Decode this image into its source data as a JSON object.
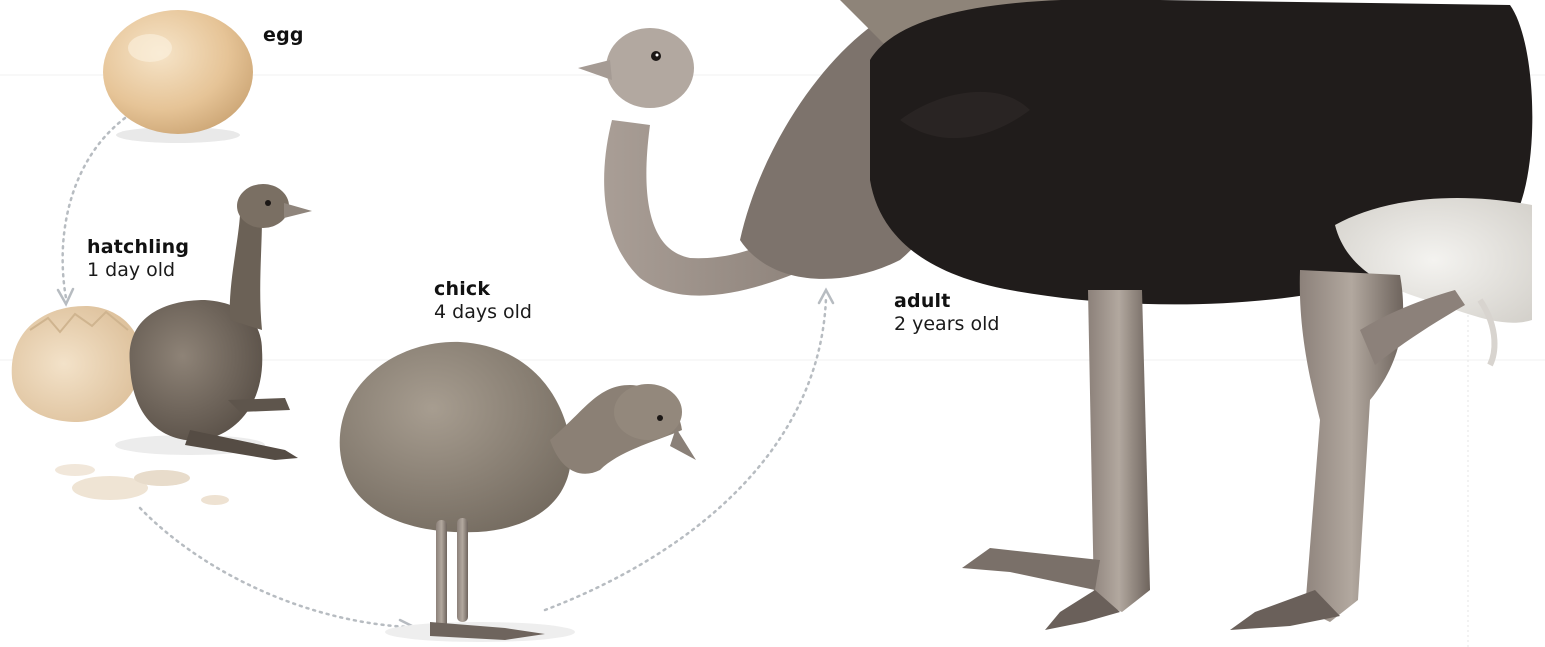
{
  "stages": {
    "egg": {
      "name": "egg",
      "age": ""
    },
    "hatchling": {
      "name": "hatchling",
      "age": "1 day old"
    },
    "chick": {
      "name": "chick",
      "age": "4 days old"
    },
    "adult": {
      "name": "adult",
      "age": "2 years old"
    }
  },
  "colors": {
    "egg": "#e9c99e",
    "arrow": "#b7bcc1",
    "adult_body": "#201c1b",
    "chick_down": "#8a8174",
    "skin": "#9a8f87"
  }
}
